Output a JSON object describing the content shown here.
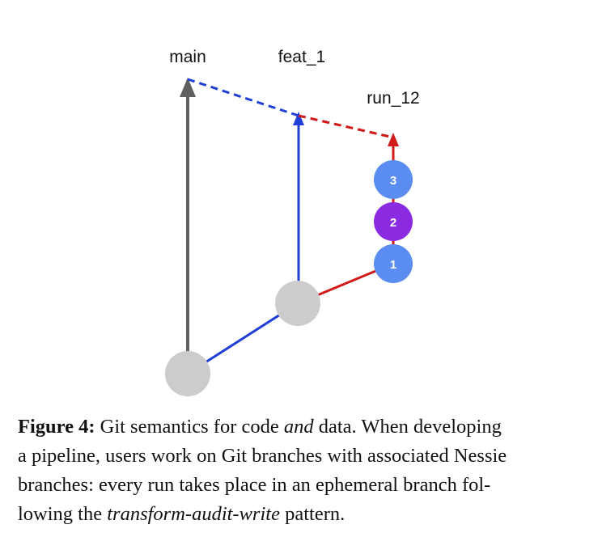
{
  "diagram": {
    "branches": {
      "main": {
        "label": "main",
        "color": "#5f5f5f"
      },
      "feat": {
        "label": "feat_1",
        "color": "#1f3fd6"
      },
      "run": {
        "label": "run_12",
        "color": "#d11a1a"
      }
    },
    "commits": [
      {
        "label": "3",
        "color": "#5b8cf0"
      },
      {
        "label": "2",
        "color": "#8a2be2"
      },
      {
        "label": "1",
        "color": "#5b8cf0"
      }
    ],
    "node_color": "#cccccc"
  },
  "caption": {
    "figure_label": "Figure 4:",
    "line1_a": " Git semantics for code ",
    "line1_em": "and",
    "line1_b": " data. When developing",
    "line2": "a pipeline, users work on Git branches with associated Nessie",
    "line3": "branches: every run takes place in an ephemeral branch fol-",
    "line4_a": "lowing the ",
    "line4_em": "transform-audit-write",
    "line4_b": " pattern."
  }
}
